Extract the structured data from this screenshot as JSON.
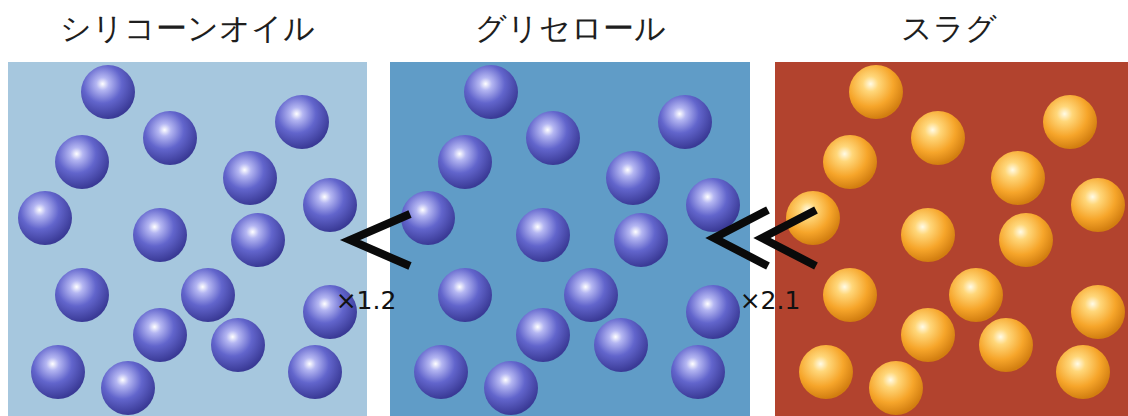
{
  "diagram": {
    "nodes": [
      {
        "text": [
          "シリコーンオイル"
        ]
      },
      {
        "text": [
          "グリセロール"
        ]
      },
      {
        "text": [
          "スラグ"
        ]
      }
    ],
    "labels": [
      "×1.2",
      "×2.1"
    ]
  }
}
